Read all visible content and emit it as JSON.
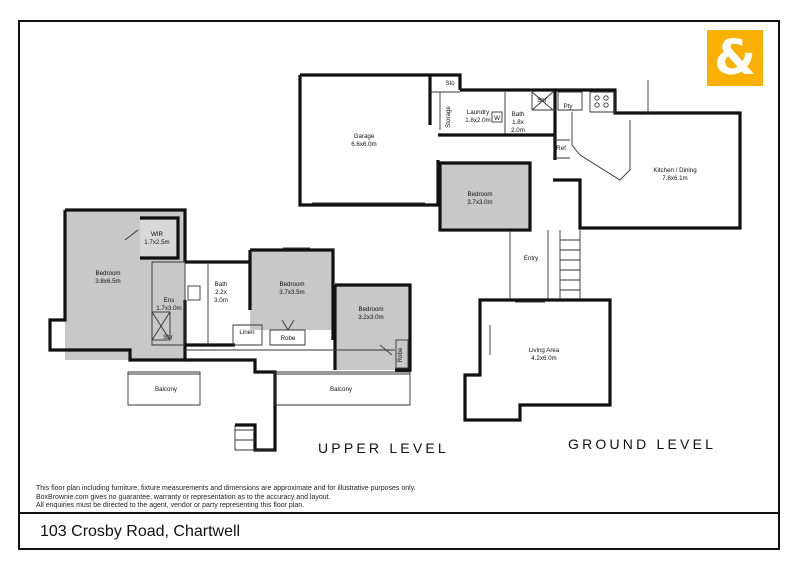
{
  "brand": {
    "logo_glyph": "&",
    "color": "#f9b000"
  },
  "levels": {
    "upper": "UPPER LEVEL",
    "ground": "GROUND LEVEL"
  },
  "rooms": {
    "garage": {
      "name": "Garage",
      "size": "6.6x6.0m"
    },
    "sto": {
      "name": "Sto"
    },
    "storage": {
      "name": "Storage"
    },
    "laundry": {
      "name": "Laundry",
      "size": "1.8x2.0m"
    },
    "w": {
      "name": "W"
    },
    "bath_ground": {
      "name": "Bath",
      "size": "1.8x",
      "size2": "2.0m"
    },
    "shr_ground": {
      "name": "Shr"
    },
    "pty": {
      "name": "Pty"
    },
    "ref": {
      "name": "Ref"
    },
    "kitchen": {
      "name": "Kitchen / Dining",
      "size": "7.8x6.1m"
    },
    "bedroom_ground": {
      "name": "Bedroom",
      "size": "3.7x3.0m"
    },
    "entry": {
      "name": "Entry"
    },
    "living": {
      "name": "Living Area",
      "size": "4.2x6.0m"
    },
    "wir": {
      "name": "WIR",
      "size": "1.7x2.5m"
    },
    "bedroom_main": {
      "name": "Bedroom",
      "size": "3.8x6.5m"
    },
    "ens": {
      "name": "Ens",
      "size": "1.7x3.0m"
    },
    "shr_upper": {
      "name": "Shr"
    },
    "bath_upper": {
      "name": "Bath",
      "size": "2.2x",
      "size2": "3.0m"
    },
    "bedroom_2": {
      "name": "Bedroom",
      "size": "3.7x3.5m"
    },
    "bedroom_3": {
      "name": "Bedroom",
      "size": "3.2x3.0m"
    },
    "linen": {
      "name": "Linen"
    },
    "robe_1": {
      "name": "Robe"
    },
    "robe_2": {
      "name": "Robe"
    },
    "balcony_left": {
      "name": "Balcony"
    },
    "balcony_right": {
      "name": "Balcony"
    }
  },
  "disclaimer": [
    "This floor plan including furniture, fixture measurements and dimensions are approximate and for illustrative purposes only.",
    "BoxBrownie.com gives no guarantee, warranty or representation as to the accuracy and layout.",
    "All enquiries must be directed to the agent, vendor or party representing this floor plan."
  ],
  "address": "103 Crosby Road, Chartwell"
}
